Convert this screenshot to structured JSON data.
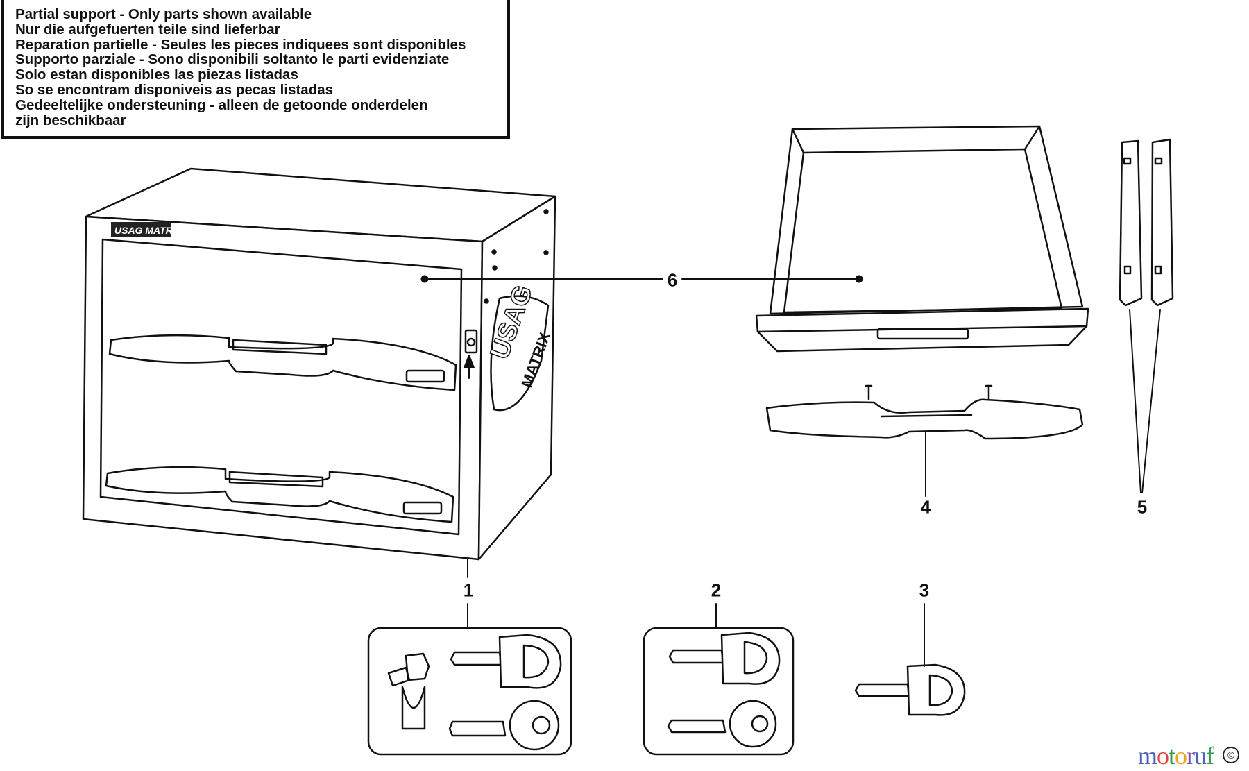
{
  "notice": {
    "lines": [
      "Partial support - Only parts shown available",
      "Nur die aufgefuerten teile sind lieferbar",
      "Reparation partielle - Seules les pieces indiquees sont disponibles",
      "Supporto parziale - Sono disponibili soltanto le parti evidenziate",
      "Solo estan disponibles las piezas listadas",
      "So se encontram disponiveis as pecas listadas",
      "Gedeeltelijke ondersteuning - alleen de getoonde onderdelen",
      "zijn beschikbaar"
    ]
  },
  "callouts": {
    "c1": "1",
    "c2": "2",
    "c3": "3",
    "c4": "4",
    "c5": "5",
    "c6": "6"
  },
  "watermark": {
    "letters": [
      "m",
      "o",
      "t",
      "o",
      "r",
      "u",
      "f"
    ],
    "copyright": "©"
  },
  "colors": {
    "ink": "#111111",
    "background": "#ffffff"
  }
}
